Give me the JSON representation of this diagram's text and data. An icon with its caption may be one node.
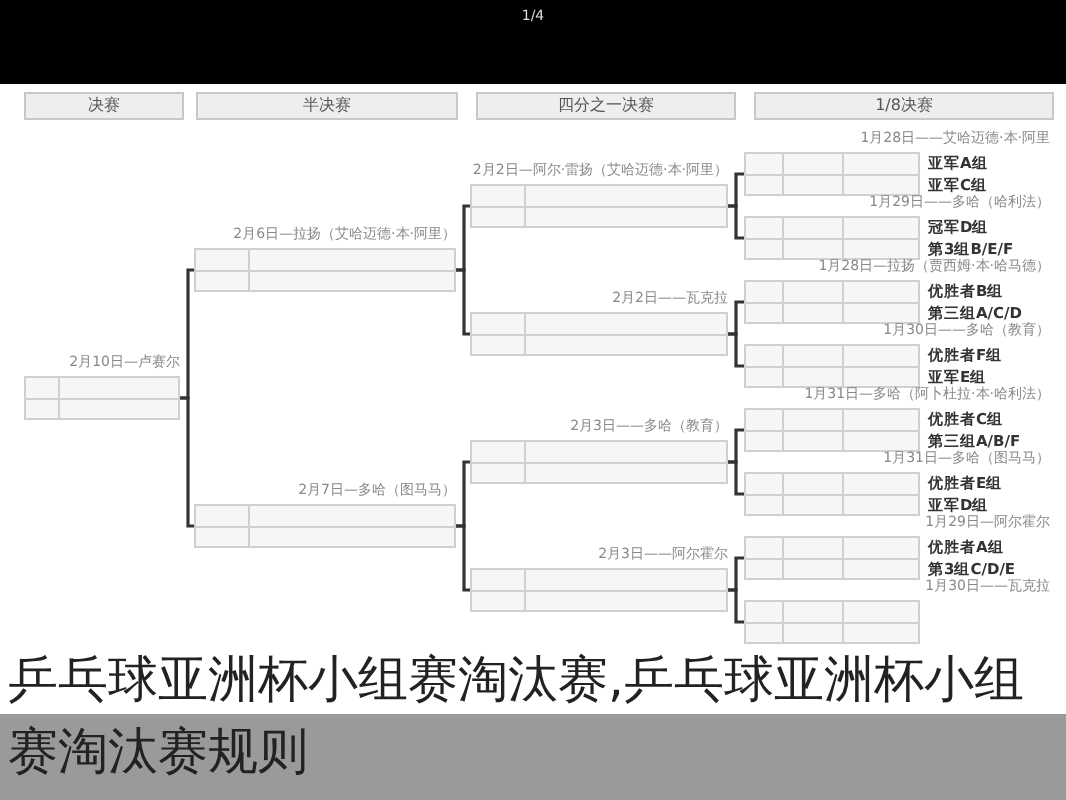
{
  "diagram": {
    "caption": "乒乓球亚洲杯小组赛淘汰赛,乒乓球亚洲杯小组赛淘汰赛规则",
    "nodes": [
      {
        "text": [
          "决赛"
        ]
      },
      {
        "text": [
          "半决赛"
        ]
      },
      {
        "text": [
          "四分之一决赛"
        ]
      },
      {
        "text": [
          "1/8决赛"
        ]
      },
      {
        "text": [
          "2月10日—卢赛尔"
        ]
      },
      {
        "text": [
          "2月6日—拉扬（艾哈迈德·本·阿里）"
        ]
      },
      {
        "text": [
          "2月7日—多哈（图马马）"
        ]
      },
      {
        "text": [
          "2月2日—阿尔·雷扬（艾哈迈德·本·阿里）"
        ]
      },
      {
        "text": [
          "2月2日——瓦克拉"
        ]
      },
      {
        "text": [
          "2月3日——多哈（教育）"
        ]
      },
      {
        "text": [
          "2月3日——阿尔霍尔"
        ]
      },
      {
        "text": [
          "1月28日——艾哈迈德·本·阿里",
          "亚军A组",
          "亚军C组"
        ]
      },
      {
        "text": [
          "1月29日——多哈（哈利法）",
          "冠军D组",
          "第3组B/E/F"
        ]
      },
      {
        "text": [
          "1月28日—拉扬（贾西姆·本·哈马德）",
          "优胜者B组",
          "第三组A/C/D"
        ]
      },
      {
        "text": [
          "1月30日——多哈（教育）",
          "优胜者F组",
          "亚军E组"
        ]
      },
      {
        "text": [
          "1月31日—多哈（阿卜杜拉·本·哈利法）",
          "优胜者C组",
          "第三组A/B/F"
        ]
      },
      {
        "text": [
          "1月31日—多哈（图马马）",
          "优胜者E组",
          "亚军D组"
        ]
      },
      {
        "text": [
          "1月29日—阿尔霍尔",
          "优胜者A组",
          "第3组C/D/E"
        ]
      },
      {
        "text": [
          "1月30日——瓦克拉"
        ]
      }
    ],
    "edges": [
      {
        "from": 11,
        "to": 7,
        "arrow": "none"
      },
      {
        "from": 12,
        "to": 7,
        "arrow": "none"
      },
      {
        "from": 13,
        "to": 8,
        "arrow": "none"
      },
      {
        "from": 14,
        "to": 8,
        "arrow": "none"
      },
      {
        "from": 15,
        "to": 9,
        "arrow": "none"
      },
      {
        "from": 16,
        "to": 9,
        "arrow": "none"
      },
      {
        "from": 17,
        "to": 10,
        "arrow": "none"
      },
      {
        "from": 18,
        "to": 10,
        "arrow": "none"
      },
      {
        "from": 7,
        "to": 5,
        "arrow": "none"
      },
      {
        "from": 8,
        "to": 5,
        "arrow": "none"
      },
      {
        "from": 9,
        "to": 6,
        "arrow": "none"
      },
      {
        "from": 10,
        "to": 6,
        "arrow": "none"
      },
      {
        "from": 5,
        "to": 4,
        "arrow": "none"
      },
      {
        "from": 6,
        "to": 4,
        "arrow": "none"
      }
    ],
    "labels": [
      "1/4"
    ]
  }
}
